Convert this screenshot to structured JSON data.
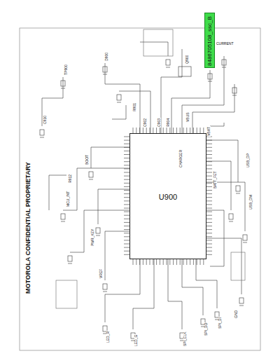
{
  "diagram": {
    "nodes": [
      {
        "text": [
          "U900"
        ]
      },
      {
        "text": [
          "8486705108_ssc_B"
        ]
      }
    ],
    "labels": [
      "MOTOROLA CONFIDENTIAL PROPRIETARY",
      "CHARGER",
      "VBUS",
      "VBAT",
      "GND",
      "USB_DP",
      "USB_DM",
      "BATT_FET",
      "R901",
      "C902",
      "C903",
      "R904",
      "Q900",
      "D900",
      "BOOT",
      "MCU_INT",
      "PWR_KEY",
      "VREF",
      "LED_R",
      "LED_G",
      "SPI_CLK",
      "SPI_DO",
      "SPI_DI",
      "TP900",
      "C910",
      "R912",
      "CURRENT"
    ]
  }
}
